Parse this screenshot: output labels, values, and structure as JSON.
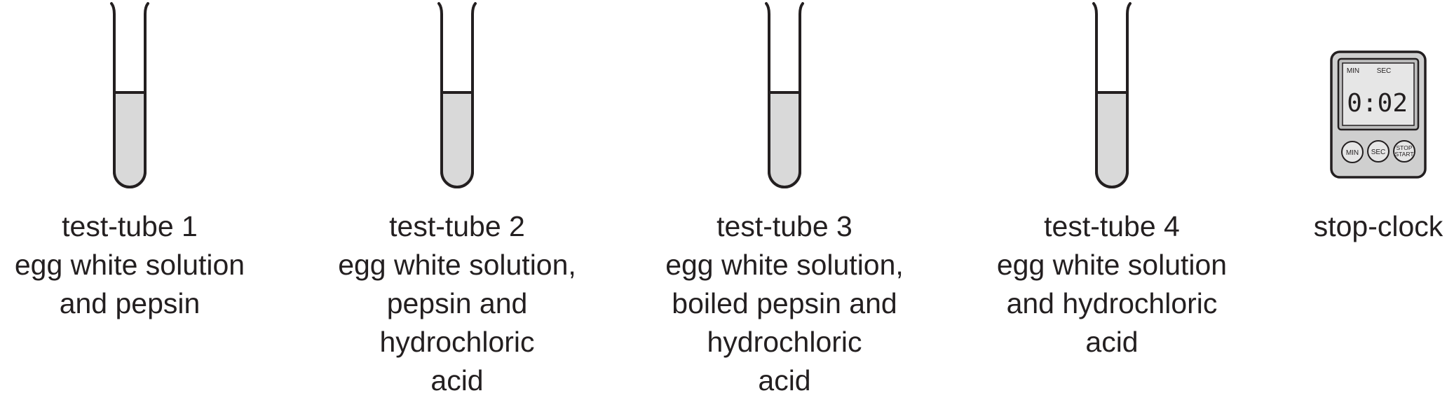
{
  "tubes": [
    {
      "label": "test-tube 1",
      "contents": [
        "egg white solution",
        "and pepsin"
      ]
    },
    {
      "label": "test-tube 2",
      "contents": [
        "egg white solution,",
        "pepsin and",
        "hydrochloric",
        "acid"
      ]
    },
    {
      "label": "test-tube 3",
      "contents": [
        "egg white solution,",
        "boiled pepsin and",
        "hydrochloric",
        "acid"
      ]
    },
    {
      "label": "test-tube 4",
      "contents": [
        "egg white solution",
        "and hydrochloric",
        "acid"
      ]
    }
  ],
  "stopclock": {
    "label": "stop-clock",
    "display_min_label": "MIN",
    "display_sec_label": "SEC",
    "display_time": "0:02",
    "buttons": {
      "min": "MIN",
      "sec": "SEC",
      "stop": "STOP",
      "start": "START"
    }
  },
  "colors": {
    "outline": "#231f20",
    "liquid": "#d9d9d9",
    "clock_body": "#cfcfcf",
    "clock_screen": "#e6e6e6"
  }
}
